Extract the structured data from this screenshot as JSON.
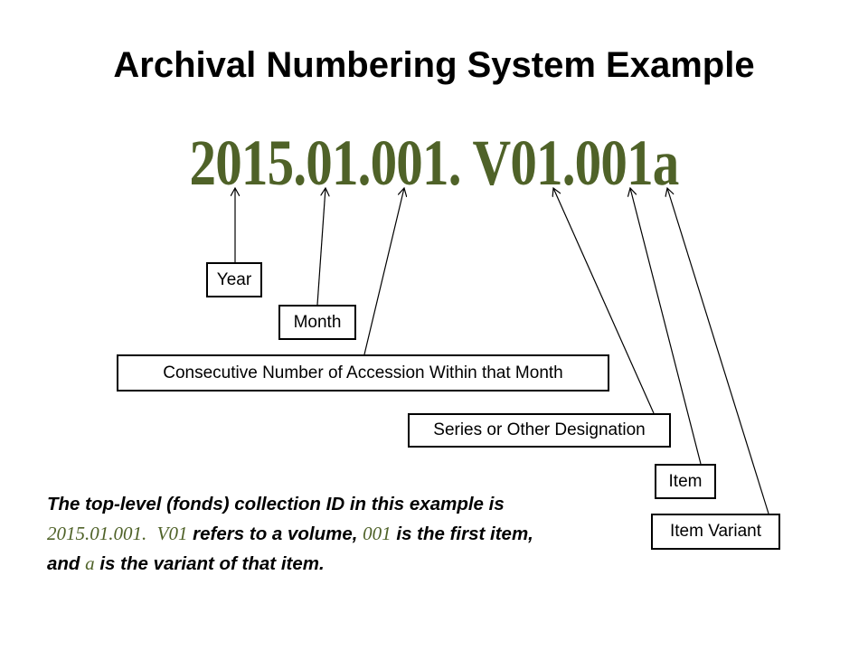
{
  "title": "Archival Numbering System Example",
  "number": "2015.01.001. V01.001a",
  "labels": {
    "year": "Year",
    "month": "Month",
    "consecutive": "Consecutive Number of Accession Within that Month",
    "series": "Series or Other Designation",
    "item": "Item",
    "variant": "Item Variant"
  },
  "note": {
    "p1": "The top-level (fonds) collection ID in this example is ",
    "id": "2015.01.001.",
    "p2": "  ",
    "vol": "V01",
    "p3": " refers to a volume, ",
    "item": "001",
    "p4": " is the first item, and ",
    "variant": "a",
    "p5": " is the variant of that item."
  },
  "colors": {
    "accent": "#4f6228"
  }
}
